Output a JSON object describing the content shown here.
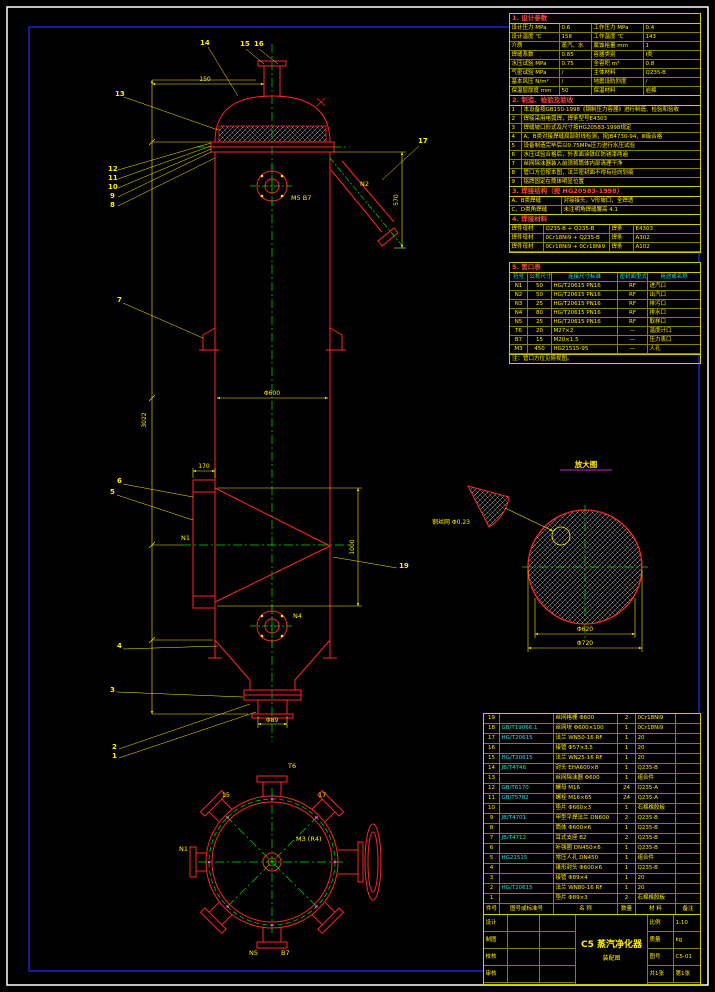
{
  "palette": {
    "background": "#000000",
    "outer_border": "#ffffff",
    "inner_frame": "#2222dd",
    "line_red": "#ff2424",
    "dim_yellow": "#ffee00",
    "center_green": "#00e000",
    "cyan": "#27e0e0",
    "magenta": "#ff33ff"
  },
  "sections": {
    "s1": {
      "title": "1. 设计参数",
      "rows": [
        [
          "设计压力 MPa",
          "0.6",
          "工作压力 MPa",
          "0.4"
        ],
        [
          "设计温度 ℃",
          "158",
          "工作温度 ℃",
          "143"
        ],
        [
          "介质",
          "蒸汽、水",
          "腐蚀裕量 mm",
          "1"
        ],
        [
          "焊缝系数",
          "0.85",
          "容器类别",
          "Ⅰ类"
        ],
        [
          "水压试验 MPa",
          "0.75",
          "全容积 m³",
          "0.8"
        ],
        [
          "气密试验 MPa",
          "/",
          "主体材料",
          "Q235-B"
        ],
        [
          "基本风压 N/m²",
          "/",
          "地震设防烈度",
          "/"
        ],
        [
          "保温层厚度 mm",
          "50",
          "保温材料",
          "岩棉"
        ]
      ]
    },
    "s2": {
      "title": "2. 制造、检验及验收",
      "rows": [
        [
          "1",
          "本设备按GB150-1998《钢制压力容器》进行制造、检验和验收"
        ],
        [
          "2",
          "焊接采用电弧焊，焊条型号E4303"
        ],
        [
          "3",
          "焊缝坡口形式及尺寸按HG20583-1998规定"
        ],
        [
          "4",
          "A、B类对接焊缝局部射线检测，按JB4730-94，Ⅲ级合格"
        ],
        [
          "5",
          "设备制造完毕后以0.75MPa压力进行水压试验"
        ],
        [
          "6",
          "水压试验合格后，外表面涂铁红防锈漆两遍"
        ],
        [
          "7",
          "丝网除沫器装入前须将筒体内部清理干净"
        ],
        [
          "8",
          "管口方位按本图，法兰密封面不得有径向划痕"
        ],
        [
          "9",
          "铭牌固定在筒体明显位置"
        ]
      ]
    },
    "s3": {
      "title": "3. 焊接结构（按 HG20583-1998）",
      "rows": [
        [
          "A、B类焊缝",
          "对接接头，V形坡口，全焊透"
        ],
        [
          "C、D类角焊缝",
          "未注明角焊缝腰高 4.1"
        ]
      ]
    },
    "s4": {
      "title": "4. 焊接材料",
      "rows": [
        [
          "焊件母材",
          "Q235-B + Q235-B",
          "焊条",
          "E4303"
        ],
        [
          "焊件母材",
          "0Cr18Ni9 + Q235-B",
          "焊条",
          "A302"
        ],
        [
          "焊件母材",
          "0Cr18Ni9 + 0Cr18Ni9",
          "焊条",
          "A102"
        ]
      ]
    },
    "s5": {
      "title": "5. 管口表",
      "header": [
        "符号",
        "公称尺寸",
        "连接尺寸标准",
        "密封面型式",
        "用途或名称"
      ],
      "rows": [
        [
          "N1",
          "50",
          "HG/T20615 PN16",
          "RF",
          "进汽口"
        ],
        [
          "N2",
          "50",
          "HG/T20615 PN16",
          "RF",
          "出汽口"
        ],
        [
          "N3",
          "25",
          "HG/T20615 PN16",
          "RF",
          "排污口"
        ],
        [
          "N4",
          "80",
          "HG/T20615 PN16",
          "RF",
          "排水口"
        ],
        [
          "N5",
          "25",
          "HG/T20615 PN16",
          "RF",
          "取样口"
        ],
        [
          "T6",
          "20",
          "M27×2",
          "—",
          "温度计口"
        ],
        [
          "B7",
          "15",
          "M20×1.5",
          "—",
          "压力表口"
        ],
        [
          "M3",
          "450",
          "HG21515-95",
          "—",
          "人孔"
        ]
      ],
      "note": "注：管口方位见俯视图。"
    }
  },
  "bom": {
    "header": [
      "件号",
      "图号或标准号",
      "名  称",
      "数量",
      "材  料",
      "备注"
    ],
    "rows": [
      [
        "19",
        "",
        "丝网格栅 Φ600",
        "2",
        "0Cr18Ni9",
        ""
      ],
      [
        "18",
        "GB/T19066.1",
        "丝网块 Φ600×100",
        "1",
        "0Cr18Ni9",
        ""
      ],
      [
        "17",
        "HG/T20615",
        "法兰 WN50-16 RF",
        "1",
        "20",
        ""
      ],
      [
        "16",
        "",
        "接管 Φ57×3.5",
        "1",
        "20",
        ""
      ],
      [
        "15",
        "HG/T20615",
        "法兰 WN25-16 RF",
        "1",
        "20",
        ""
      ],
      [
        "14",
        "JB/T4746",
        "封头 EHA600×8",
        "1",
        "Q235-B",
        ""
      ],
      [
        "13",
        "",
        "丝网除沫器 Φ600",
        "1",
        "组合件",
        ""
      ],
      [
        "12",
        "GB/T6170",
        "螺母 M16",
        "24",
        "Q235-A",
        ""
      ],
      [
        "11",
        "GB/T5782",
        "螺栓 M16×65",
        "24",
        "Q235-A",
        ""
      ],
      [
        "10",
        "",
        "垫片 Φ660×3",
        "1",
        "石棉橡胶板",
        ""
      ],
      [
        "9",
        "JB/T4701",
        "甲型平焊法兰 DN600",
        "2",
        "Q235-B",
        ""
      ],
      [
        "8",
        "",
        "筒体 Φ600×6",
        "1",
        "Q235-B",
        ""
      ],
      [
        "7",
        "JB/T4712",
        "耳式支座 B2",
        "2",
        "Q235-B",
        ""
      ],
      [
        "6",
        "",
        "补强圈 DN450×6",
        "1",
        "Q235-B",
        ""
      ],
      [
        "5",
        "HG21515",
        "常压人孔 DN450",
        "1",
        "组合件",
        ""
      ],
      [
        "4",
        "",
        "锥形封头 Φ600×6",
        "1",
        "Q235-B",
        ""
      ],
      [
        "3",
        "",
        "接管 Φ89×4",
        "1",
        "20",
        ""
      ],
      [
        "2",
        "HG/T20615",
        "法兰 WN80-16 RF",
        "1",
        "20",
        ""
      ],
      [
        "1",
        "",
        "垫片 Φ89×3",
        "2",
        "石棉橡胶板",
        ""
      ]
    ]
  },
  "titleblock": {
    "roles": [
      [
        "设计",
        "",
        ""
      ],
      [
        "制图",
        "",
        ""
      ],
      [
        "校核",
        "",
        ""
      ],
      [
        "审核",
        "",
        ""
      ]
    ],
    "title": "C5 蒸汽净化器",
    "subtitle": "装配图",
    "info": [
      [
        "比例",
        "1:10"
      ],
      [
        "质量",
        "kg"
      ],
      [
        "图号",
        "C5-01"
      ],
      [
        "共1张",
        "第1张"
      ]
    ]
  },
  "callouts": {
    "c1": "1",
    "c2": "2",
    "c3": "3",
    "c4": "4",
    "c5": "5",
    "c6": "6",
    "c7": "7",
    "c8": "8",
    "c9": "9",
    "c10": "10",
    "c11": "11",
    "c12": "12",
    "c13": "13",
    "c14": "14",
    "c15": "15",
    "c16": "16",
    "c17": "17",
    "c19": "19"
  },
  "dims": {
    "overall": "3022",
    "phi600": "Φ600",
    "h1000": "1000",
    "w170": "170",
    "h570": "570",
    "t150": "150",
    "phi89": "Φ89"
  },
  "nozzles": {
    "n1": "N1",
    "n2": "N2",
    "n4": "N4",
    "m5": "M5 B7",
    "t6": "T6",
    "m3": "M3 (R4)",
    "n5": "N5",
    "b7": "B7",
    "p15": "15",
    "p17": "17"
  },
  "detail": {
    "title": "放大图",
    "mesh_note": "钢丝网 Φ0.23",
    "dim_inner": "Φ620",
    "dim_outer": "Φ720"
  }
}
